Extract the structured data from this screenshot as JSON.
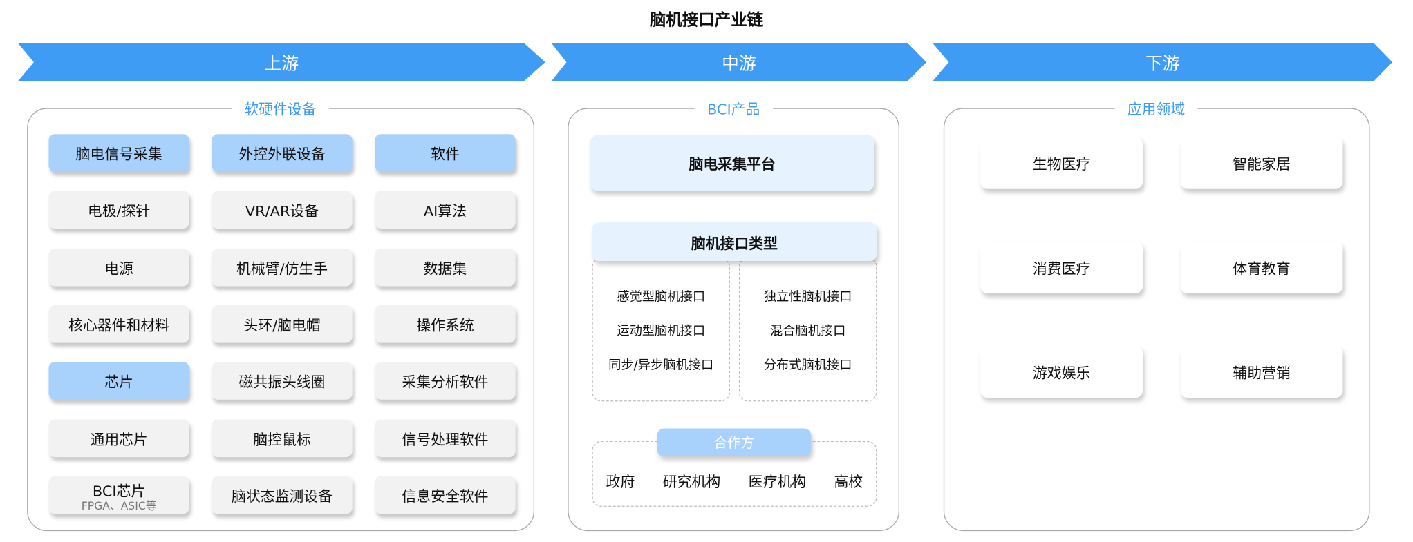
{
  "title": "脑机接口产业链",
  "stages": [
    "上游",
    "中游",
    "下游"
  ],
  "upstream": {
    "label": "软硬件设备",
    "columns": [
      [
        "脑电信号采集",
        "电极/探针",
        "电源",
        "核心器件和材料",
        "芯片",
        "通用芯片",
        "BCI芯片"
      ],
      [
        "外控外联设备",
        "VR/AR设备",
        "机械臂/仿生手",
        "头环/脑电帽",
        "磁共振头线圈",
        "脑控鼠标",
        "脑状态监测设备"
      ],
      [
        "软件",
        "AI算法",
        "数据集",
        "操作系统",
        "采集分析软件",
        "信号处理软件",
        "信息安全软件"
      ]
    ],
    "bci_chip_note": "FPGA、ASIC等"
  },
  "midstream": {
    "label": "BCI产品",
    "platform": "脑电采集平台",
    "types_title": "脑机接口类型",
    "types_left": [
      "感觉型脑机接口",
      "运动型脑机接口",
      "同步/异步脑机接口"
    ],
    "types_right": [
      "独立性脑机接口",
      "混合脑机接口",
      "分布式脑机接口"
    ],
    "partners_title": "合作方",
    "partners": [
      "政府",
      "研究机构",
      "医疗机构",
      "高校"
    ]
  },
  "downstream": {
    "label": "应用领域",
    "items": [
      "生物医疗",
      "智能家居",
      "消费医疗",
      "体育教育",
      "游戏娱乐",
      "辅助营销"
    ]
  },
  "colors": {
    "accent": "#3f9cf5",
    "highlight": "#a8d1fb",
    "neutral": "#f2f2f2"
  }
}
